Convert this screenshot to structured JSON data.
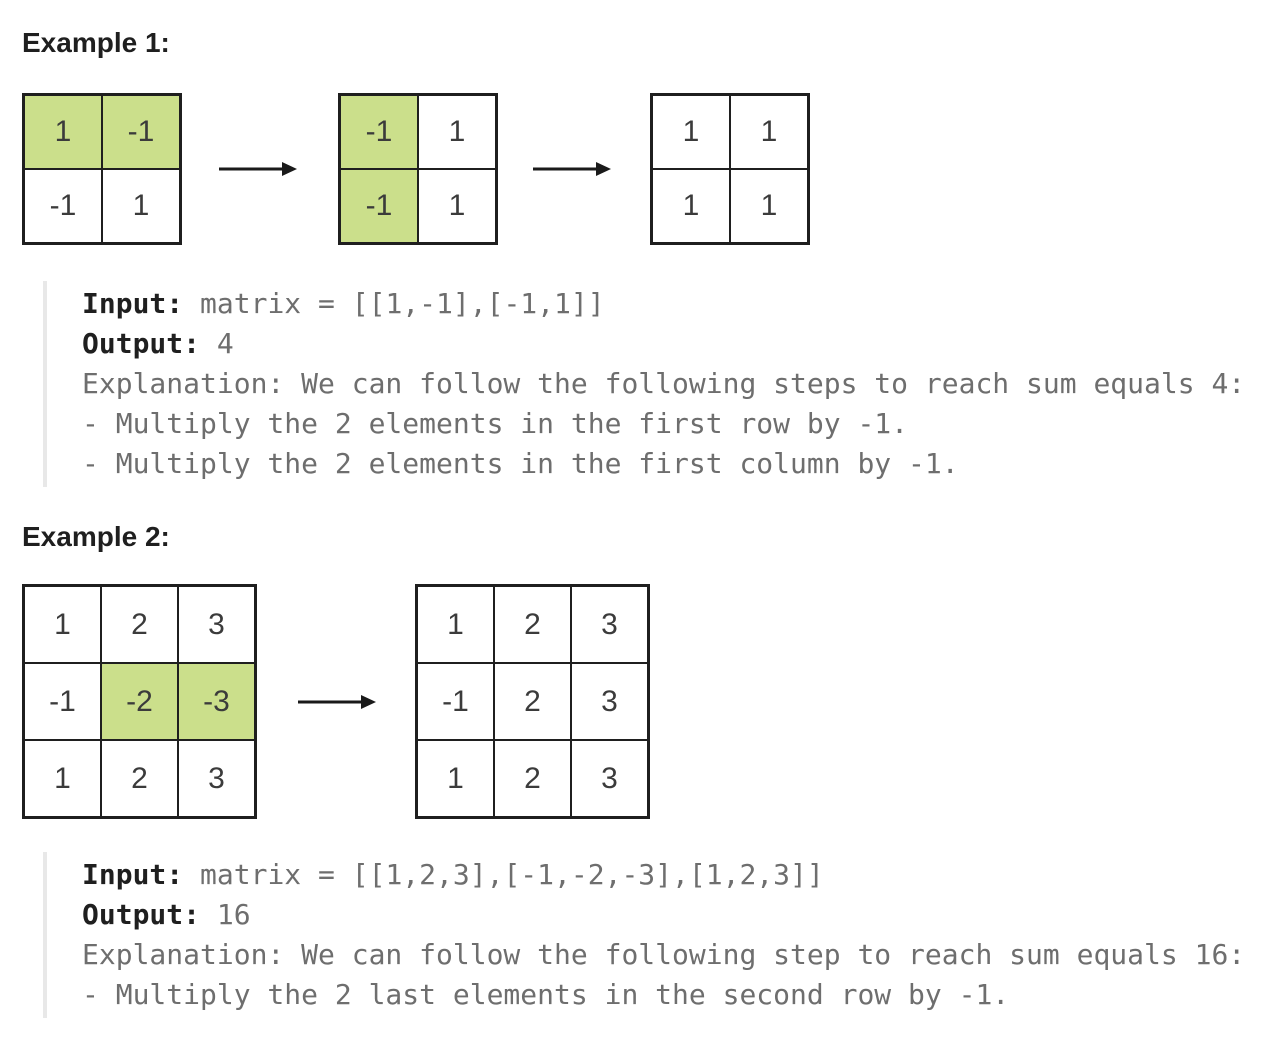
{
  "colors": {
    "highlight": "#cbdf8b",
    "grid_border": "#1f1f1f",
    "cell_text": "#3b3b3b",
    "arrow": "#1a1a1a",
    "code_text": "#6e6e6e",
    "label_text": "#1f1f1f",
    "heading_text": "#1f1f1f",
    "quote_bar": "#e8e8e8"
  },
  "example1": {
    "heading": "Example 1:",
    "matrices": [
      {
        "rows": [
          [
            "1",
            "-1"
          ],
          [
            "-1",
            "1"
          ]
        ],
        "hl": [
          [
            true,
            true
          ],
          [
            false,
            false
          ]
        ]
      },
      {
        "rows": [
          [
            "-1",
            "1"
          ],
          [
            "-1",
            "1"
          ]
        ],
        "hl": [
          [
            true,
            false
          ],
          [
            true,
            false
          ]
        ]
      },
      {
        "rows": [
          [
            "1",
            "1"
          ],
          [
            "1",
            "1"
          ]
        ],
        "hl": [
          [
            false,
            false
          ],
          [
            false,
            false
          ]
        ]
      }
    ],
    "code": [
      {
        "label": "Input:",
        "text": " matrix = [[1,-1],[-1,1]]"
      },
      {
        "label": "Output:",
        "text": " 4"
      },
      {
        "label": "",
        "text": "Explanation: We can follow the following steps to reach sum equals 4:"
      },
      {
        "label": "",
        "text": "- Multiply the 2 elements in the first row by -1."
      },
      {
        "label": "",
        "text": "- Multiply the 2 elements in the first column by -1."
      }
    ]
  },
  "example2": {
    "heading": "Example 2:",
    "matrices": [
      {
        "rows": [
          [
            "1",
            "2",
            "3"
          ],
          [
            "-1",
            "-2",
            "-3"
          ],
          [
            "1",
            "2",
            "3"
          ]
        ],
        "hl": [
          [
            false,
            false,
            false
          ],
          [
            false,
            true,
            true
          ],
          [
            false,
            false,
            false
          ]
        ]
      },
      {
        "rows": [
          [
            "1",
            "2",
            "3"
          ],
          [
            "-1",
            "2",
            "3"
          ],
          [
            "1",
            "2",
            "3"
          ]
        ],
        "hl": [
          [
            false,
            false,
            false
          ],
          [
            false,
            false,
            false
          ],
          [
            false,
            false,
            false
          ]
        ]
      }
    ],
    "code": [
      {
        "label": "Input:",
        "text": " matrix = [[1,2,3],[-1,-2,-3],[1,2,3]]"
      },
      {
        "label": "Output:",
        "text": " 16"
      },
      {
        "label": "",
        "text": "Explanation: We can follow the following step to reach sum equals 16:"
      },
      {
        "label": "",
        "text": "- Multiply the 2 last elements in the second row by -1."
      }
    ]
  }
}
